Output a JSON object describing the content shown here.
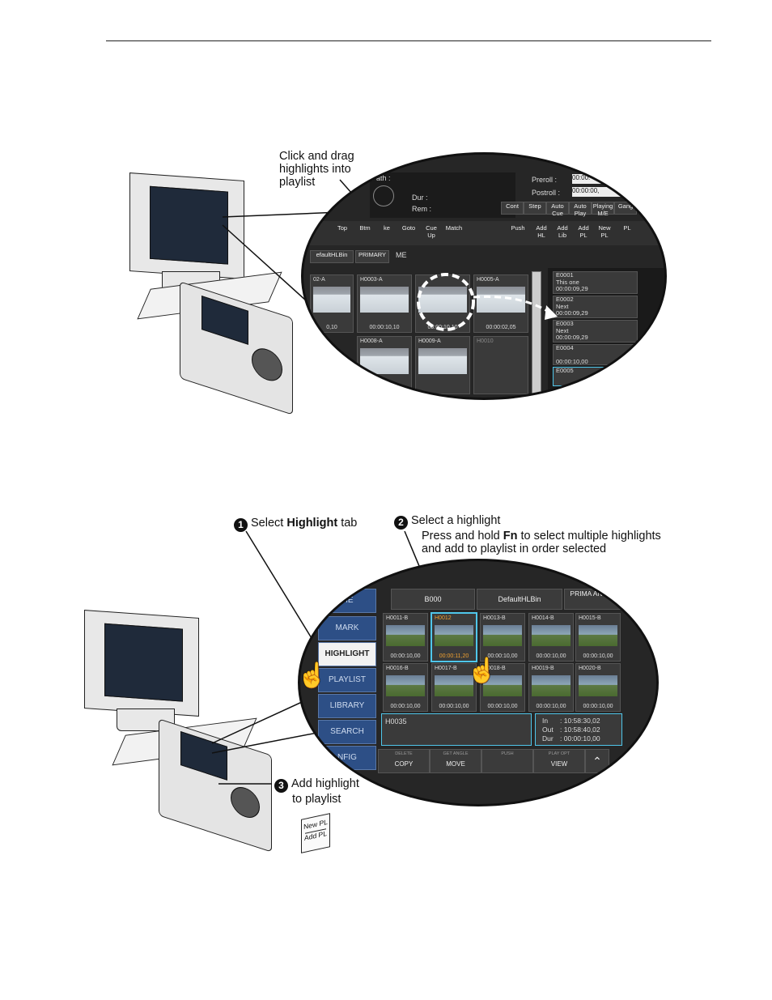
{
  "figure1": {
    "callout": [
      "Click and drag",
      "highlights into",
      "playlist"
    ],
    "zoom": {
      "path_label": "Path :",
      "dur_label": "Dur :",
      "rem_label": "Rem :",
      "preroll_label": "Preroll :",
      "postroll_label": "Postroll :",
      "preroll_value": "00:00:",
      "postroll_value": "00:00:00,",
      "row1_buttons": [
        "Cont",
        "Step",
        "Auto Cue",
        "Auto Play",
        "Playing M/E",
        "Gang"
      ],
      "row2_buttons": [
        "Top",
        "Btm",
        "ke",
        "Goto",
        "Cue Up",
        "Match",
        "Push",
        "Add HL",
        "Add Lib",
        "Add PL",
        "New PL",
        "PL"
      ],
      "bin_buttons": [
        "efaultHLBin",
        "PRIMARY"
      ],
      "bin_field": "ME",
      "thumbs_row1": [
        {
          "label": "02-A",
          "tc": "0,10"
        },
        {
          "label": "H0003-A",
          "tc": "00:00:10,10"
        },
        {
          "label": "",
          "tc": "00:00:10,10"
        },
        {
          "label": "H0005-A",
          "tc": "00:00:02,05"
        }
      ],
      "thumbs_row2": [
        {
          "label": "H0008-A"
        },
        {
          "label": "H0009-A"
        },
        {
          "label": "H0010"
        }
      ],
      "playlist": [
        {
          "id": "E0001",
          "name": "This one",
          "tc": "00:00:09,29"
        },
        {
          "id": "E0002",
          "name": "Next",
          "tc": "00:00:09,29"
        },
        {
          "id": "E0003",
          "name": "Next",
          "tc": "00:00:09,29"
        },
        {
          "id": "E0004",
          "name": "",
          "tc": "00:00:10,00"
        },
        {
          "id": "E0005",
          "name": "",
          "tc": ""
        }
      ]
    }
  },
  "figure2": {
    "step1": {
      "num": "1",
      "pre": "Select ",
      "bold": "Highlight",
      "post": " tab"
    },
    "step2": {
      "num": "2",
      "line1": "Select a highlight",
      "line2_pre": "Press and hold ",
      "line2_bold": "Fn",
      "line2_post": " to select multiple highlights",
      "line3": "and add to playlist in order selected"
    },
    "step3": {
      "num": "3",
      "line1": "Add highlight",
      "line2": "to playlist"
    },
    "key_label": [
      "New PL",
      "Add PL"
    ],
    "zoom": {
      "tabs": [
        "ME",
        "MARK",
        "HIGHLIGHT",
        "PLAYLIST",
        "LIBRARY",
        "SEARCH",
        "NFIG"
      ],
      "header": [
        "B000",
        "DefaultHLBin",
        "PRIMA ANGLE"
      ],
      "thumbs_row1": [
        {
          "label": "H0011-B",
          "tc": "00:00:10,00"
        },
        {
          "label": "H0012",
          "tc": "00:00:11,20"
        },
        {
          "label": "H0013-B",
          "tc": "00:00:10,00"
        },
        {
          "label": "H0014-B",
          "tc": "00:00:10,00"
        },
        {
          "label": "H0015-B",
          "tc": "00:00:10,00"
        }
      ],
      "thumbs_row2": [
        {
          "label": "H0016-B",
          "tc": "00:00:10,00"
        },
        {
          "label": "H0017-B",
          "tc": "00:00:10,00"
        },
        {
          "label": "H0018-B",
          "tc": "00:00:10,00"
        },
        {
          "label": "H0019-B",
          "tc": "00:00:10,00"
        },
        {
          "label": "H0020-B",
          "tc": "00:00:10,00"
        }
      ],
      "name_field": "H0035",
      "in_label": "In",
      "in_value": "10:58:30,02",
      "out_label": "Out",
      "out_value": "10:58:40,02",
      "dur_label": "Dur",
      "dur_value": "00:00:10,00",
      "soft_keys": [
        {
          "top": "DELETE",
          "main": "COPY"
        },
        {
          "top": "GET ANGLE",
          "main": "MOVE"
        },
        {
          "top": "PUSH",
          "main": ""
        },
        {
          "top": "PLAY OPT",
          "main": "VIEW"
        }
      ]
    }
  }
}
